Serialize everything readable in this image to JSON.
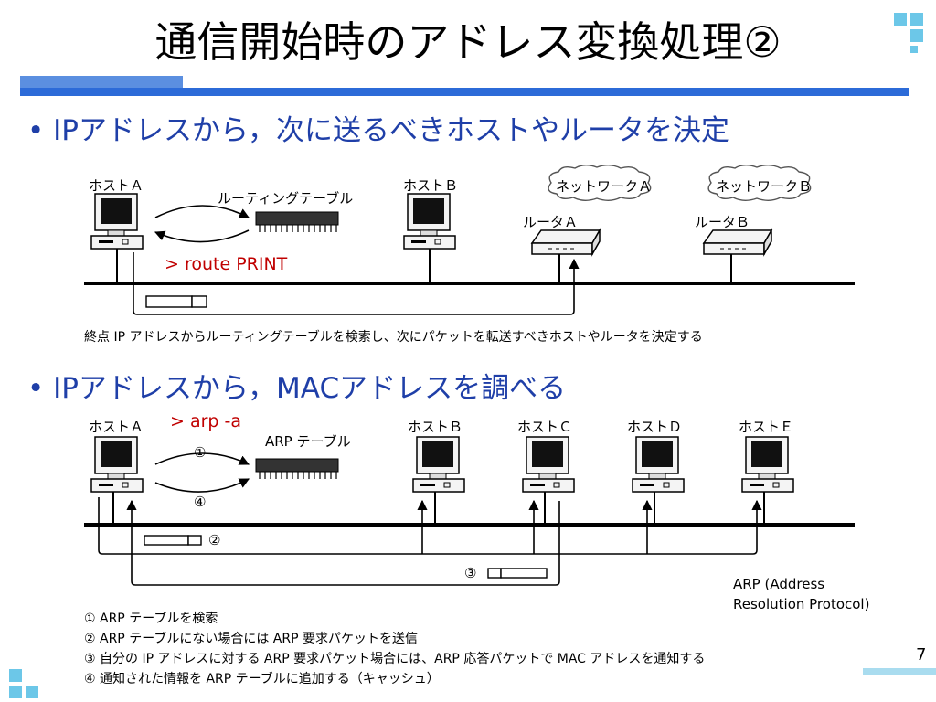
{
  "slide": {
    "title": "通信開始時のアドレス変換処理②",
    "page_number": "7"
  },
  "section1": {
    "bullet": "IPアドレスから，次に送るべきホストやルータを決定",
    "host_a": "ホストＡ",
    "host_b": "ホストＢ",
    "routing_table": "ルーティングテーブル",
    "network_a": "ネットワークＡ",
    "network_b": "ネットワークＢ",
    "router_a": "ルータＡ",
    "router_b": "ルータＢ",
    "command": "> route PRINT",
    "caption": "終点 IP アドレスからルーティングテーブルを検索し、次にパケットを転送すべきホストやルータを決定する"
  },
  "section2": {
    "bullet": "IPアドレスから，MACアドレスを調べる",
    "host_a": "ホストＡ",
    "host_b": "ホストＢ",
    "host_c": "ホストＣ",
    "host_d": "ホストＤ",
    "host_e": "ホストＥ",
    "command": "> arp -a",
    "arp_table": "ARP テーブル",
    "step1_mark": "①",
    "step2_mark": "②",
    "step3_mark": "③",
    "step4_mark": "④",
    "arp_note": "ARP (Address\nResolution Protocol)",
    "steps": [
      "① ARP テーブルを検索",
      "② ARP テーブルにない場合には ARP 要求パケットを送信",
      "③ 自分の IP アドレスに対する ARP 要求パケット場合には、ARP 応答パケットで MAC アドレスを通知する",
      "④ 通知された情報を ARP テーブルに追加する（キャッシュ）"
    ]
  },
  "colors": {
    "accent_blue": "#2c6bd8",
    "bullet_blue": "#1f3fa8",
    "command_red": "#c00000",
    "corner_cyan": "#6cc7e8"
  }
}
